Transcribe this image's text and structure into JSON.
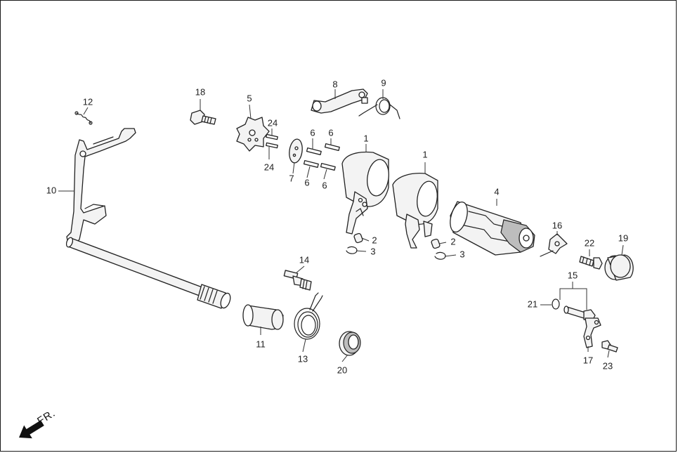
{
  "diagram": {
    "front_indicator": "FR.",
    "callouts": {
      "p1a": "1",
      "p1b": "1",
      "p2a": "2",
      "p2b": "2",
      "p3a": "3",
      "p3b": "3",
      "p4": "4",
      "p5": "5",
      "p6a": "6",
      "p6b": "6",
      "p6c": "6",
      "p6d": "6",
      "p7": "7",
      "p8": "8",
      "p9": "9",
      "p10": "10",
      "p11": "11",
      "p12": "12",
      "p13": "13",
      "p14": "14",
      "p15": "15",
      "p16": "16",
      "p17": "17",
      "p18": "18",
      "p19": "19",
      "p20": "20",
      "p21": "21",
      "p22": "22",
      "p23": "23",
      "p24a": "24",
      "p24b": "24"
    }
  }
}
